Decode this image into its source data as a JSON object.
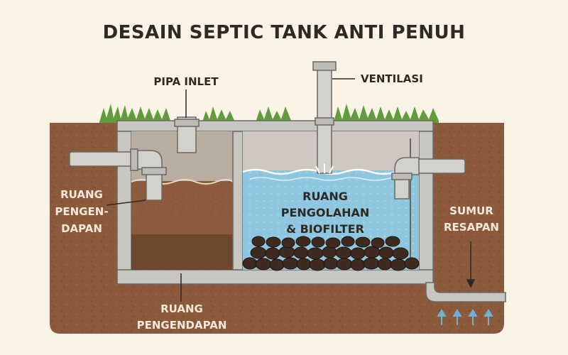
{
  "title": "DESAIN SEPTIC TANK ANTI PENUH",
  "labels": {
    "pipa_inlet": "PIPA INLET",
    "ventilasi": "VENTILASI",
    "ruang_pengendapan_left": [
      "RUANG",
      "PENGEN-",
      "DAPAN"
    ],
    "ruang_pengolahan": [
      "RUANG",
      "PENGOLAHAN",
      "& BIOFILTER"
    ],
    "sumur_resapan": [
      "SUMUR",
      "RESAPAN"
    ],
    "ruang_pengendapan_bottom": [
      "RUANG",
      "PENGENDAPAN"
    ]
  },
  "colors": {
    "background": "#fbf3e6",
    "soil": "#8a5a3a",
    "concrete": "#c8c6c1",
    "pipe": "#d3d1cc",
    "sludge": "#8c5b3c",
    "water": "#8fc6df",
    "gravel": "#3f2a1f",
    "grass": "#5f9c3b",
    "text": "#2d2a26"
  }
}
